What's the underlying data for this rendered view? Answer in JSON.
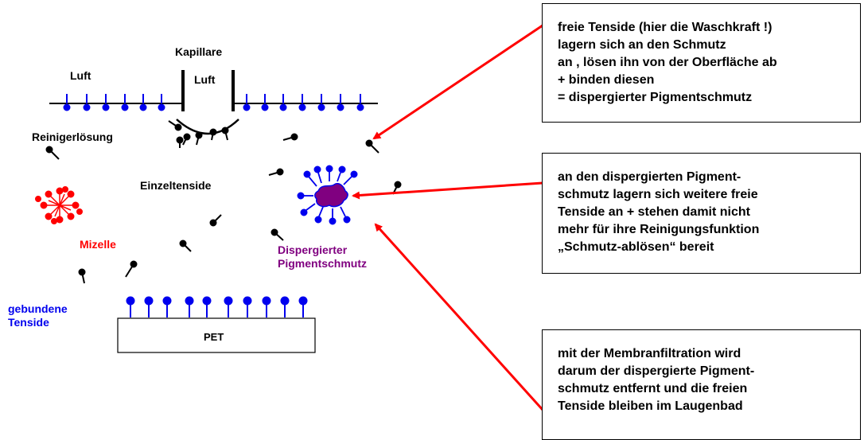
{
  "labels": {
    "kapillare": "Kapillare",
    "luft_left": "Luft",
    "luft_mid": "Luft",
    "reinigerloesung": "Reinigerlösung",
    "einzeltenside": "Einzeltenside",
    "mizelle": "Mizelle",
    "gebundene_tenside": "gebundene\nTenside",
    "dispergierter_pigmentschmutz": "Dispergierter\nPigmentschmutz",
    "pet": "PET"
  },
  "boxes": {
    "box1": "freie Tenside (hier die Waschkraft !)\nlagern sich an den Schmutz\nan , lösen ihn von der Oberfläche ab\n+ binden diesen\n= dispergierter Pigmentschmutz",
    "box2": "an den dispergierten Pigment-\nschmutz lagern sich weitere freie\nTenside an + stehen damit nicht\nmehr für ihre Reinigungsfunktion\n„Schmutz-ablösen“ bereit",
    "box3": "mit der Membranfiltration wird\ndarum der dispergierte Pigment-\nschmutz entfernt und die freien\nTenside bleiben im Laugenbad"
  },
  "colors": {
    "blue": "#0000ee",
    "red": "#ff0000",
    "purple": "#800080",
    "black": "#000000",
    "arrow": "#ff0000"
  }
}
